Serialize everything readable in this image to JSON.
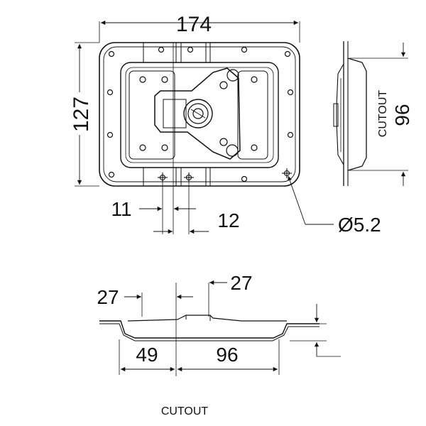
{
  "drawing": {
    "dimensions": {
      "overall_width": "174",
      "overall_height": "127",
      "offset_left": "11",
      "offset_right": "12",
      "hole_diameter": "Ø5.2",
      "cutout_height": "96",
      "side_view_27_left": "27",
      "side_view_27_right": "27",
      "side_view_49": "49",
      "side_view_96": "96"
    },
    "labels": {
      "cutout_side": "CUTOUT",
      "cutout_bottom": "CUTOUT"
    }
  }
}
